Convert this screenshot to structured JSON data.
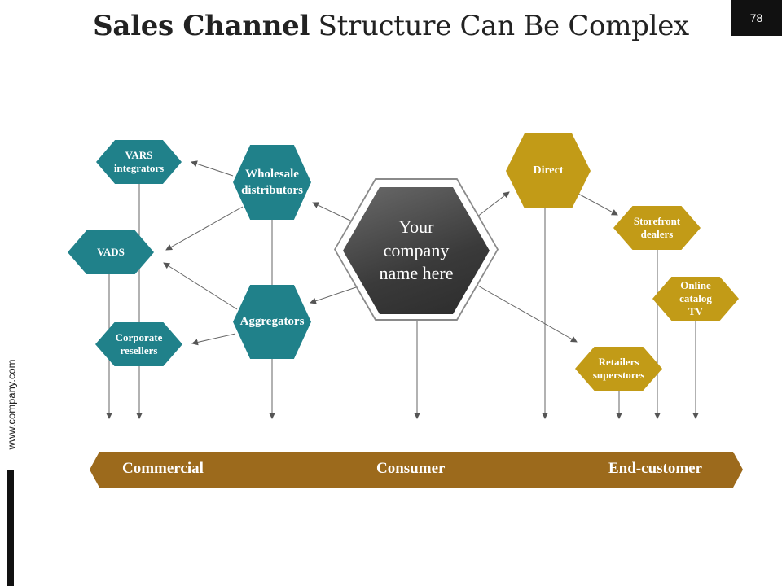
{
  "slide": {
    "title_bold": "Sales Channel",
    "title_rest": " Structure Can Be Complex",
    "page_number": "78",
    "side_url": "www.company.com"
  },
  "diagram": {
    "center_label": "Your company name here",
    "nodes": {
      "vars": "VARS integrators",
      "wholesale": "Wholesale distributors",
      "vads": "VADS",
      "aggregators": "Aggregators",
      "corporate": "Corporate resellers",
      "direct": "Direct",
      "storefront": "Storefront dealers",
      "online": "Online catalog TV",
      "retailers": "Retailers superstores"
    },
    "bottom_bar": {
      "commercial": "Commercial",
      "consumer": "Consumer",
      "end_customer": "End-customer"
    },
    "colors": {
      "commercial_nodes": "#20818a",
      "consumer_nodes": "#c29b17",
      "bottom_bar": "#9c6a1c",
      "center": "#3a3a3a"
    }
  }
}
